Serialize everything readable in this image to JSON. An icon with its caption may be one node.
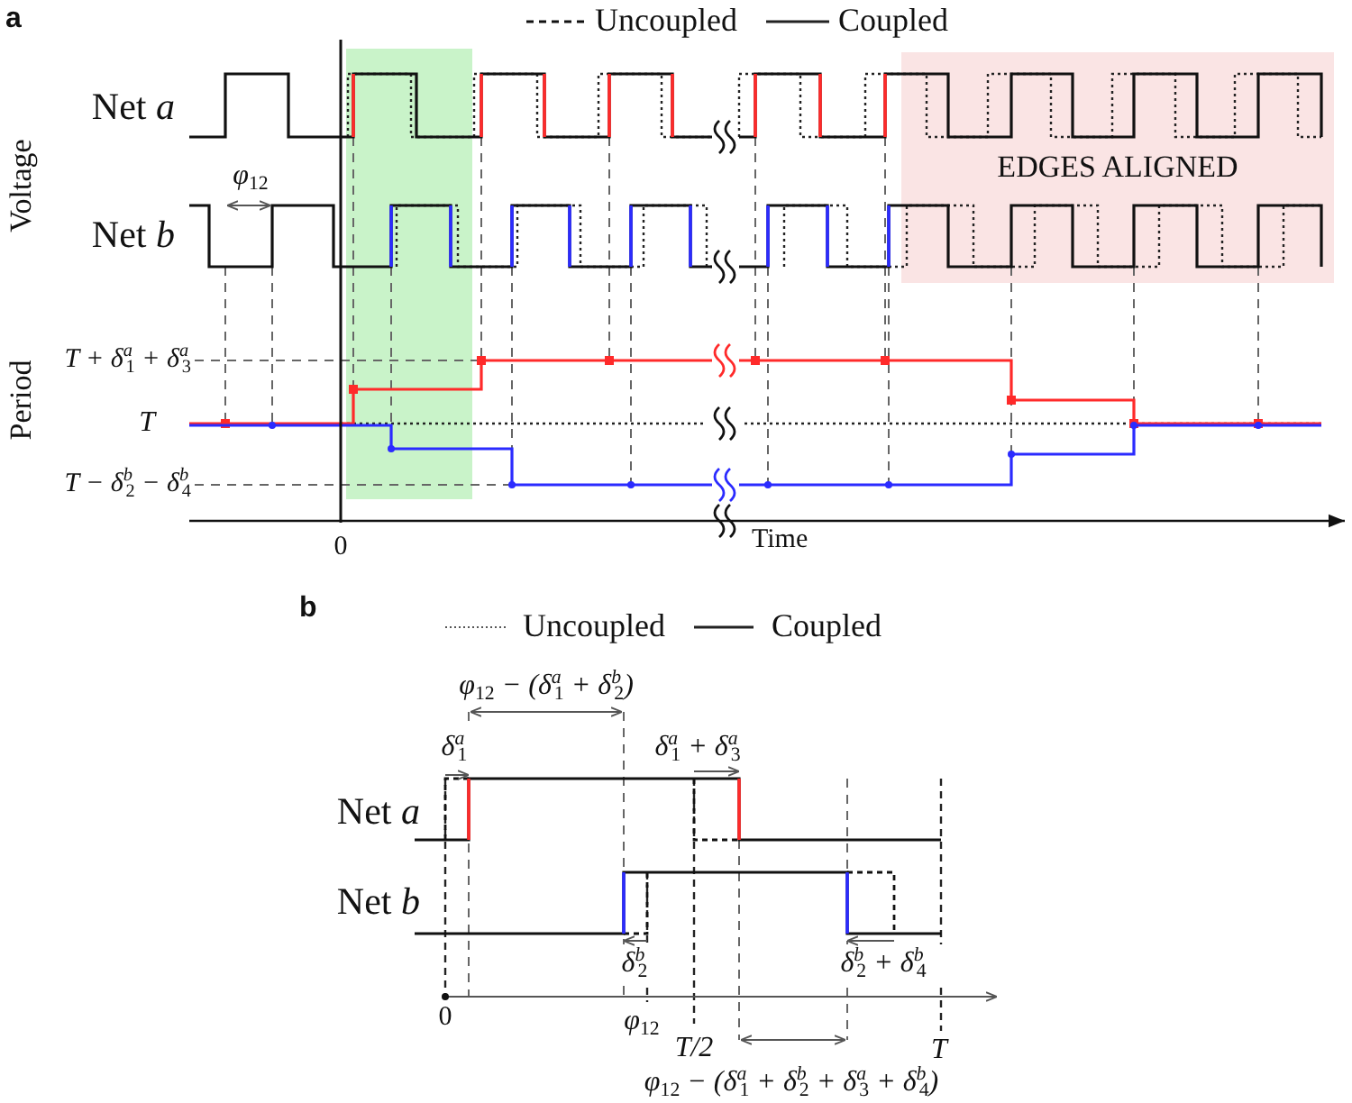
{
  "diagram": {
    "labels": [
      "a",
      "Voltage",
      "Net *a*",
      "φ$_{12}$",
      "EDGES ALIGNED",
      "Net *b*",
      "Period",
      "T + δ$^{a}$$_{1}$ + δ$^{a}$$_{3}$",
      "T",
      "T − δ$^{b}$$_{2}$ − δ$^{b}$$_{4}$",
      "0",
      "Time",
      "b",
      "φ$_{12}$ − (δ$^{a}$$_{1}$ + δ$^{b}$$_{2}$)",
      "δ$^{a}$$_{1}$",
      "δ$^{a}$$_{1}$ + δ$^{a}$$_{3}$",
      "Net *a*",
      "Net *b*",
      "δ$^{b}$$_{2}$",
      "δ$^{b}$$_{2}$ + δ$^{b}$$_{4}$",
      "0",
      "φ$_{12}$",
      "T/2",
      "T",
      "φ$_{12}$ − (δ$^{a}$$_{1}$ + δ$^{b}$$_{2}$ + δ$^{a}$$_{3}$ + δ$^{b}$$_{4}$)"
    ],
    "legend": [
      {
        "text": "Uncoupled"
      },
      {
        "text": "Coupled"
      },
      {
        "text": "Uncoupled"
      },
      {
        "text": "Coupled"
      }
    ]
  }
}
